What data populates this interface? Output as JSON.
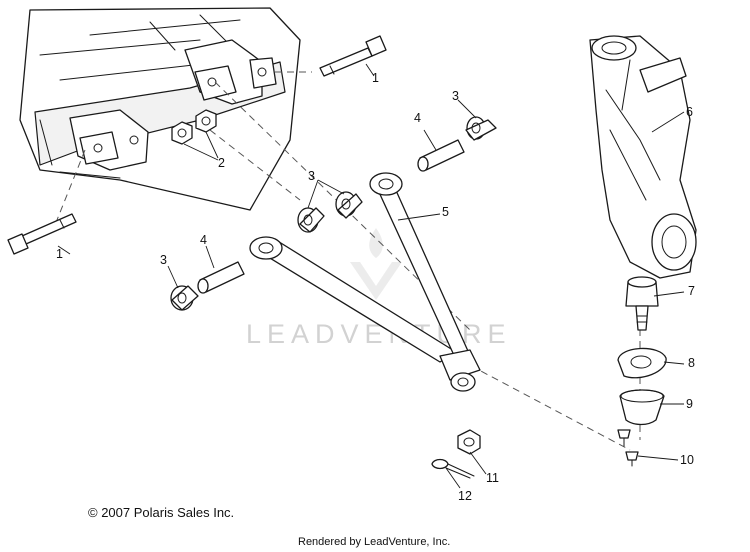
{
  "diagram": {
    "callouts": {
      "c1_top": "1",
      "c1_bottom": "1",
      "c2": "2",
      "c3_top": "3",
      "c3_mid": "3",
      "c3_left": "3",
      "c4_top": "4",
      "c4_mid": "4",
      "c5": "5",
      "c6": "6",
      "c7": "7",
      "c8": "8",
      "c9": "9",
      "c10": "10",
      "c11": "11",
      "c12": "12"
    },
    "watermark": "LEADVENTURE"
  },
  "footer": {
    "copyright": "© 2007 Polaris Sales Inc.",
    "rendered_by": "Rendered by LeadVenture, Inc."
  }
}
